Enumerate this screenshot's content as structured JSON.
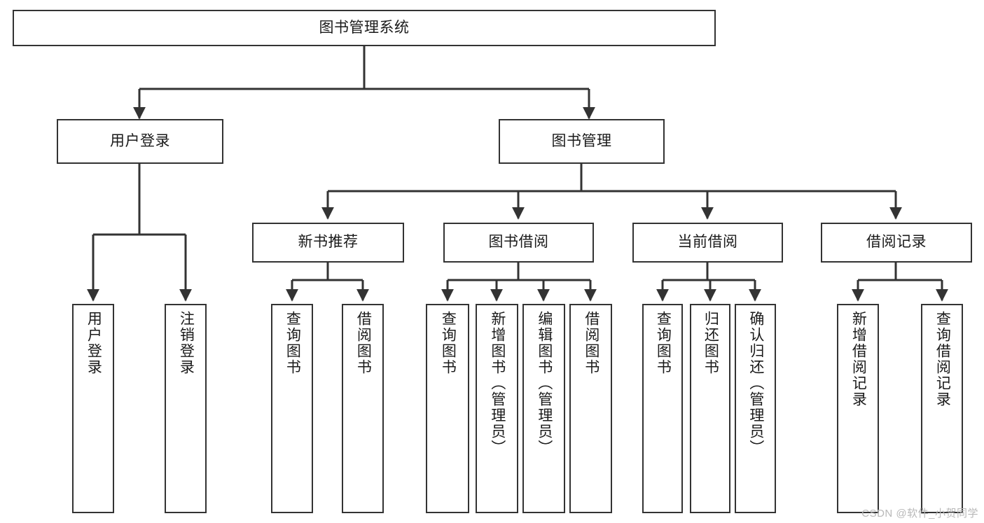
{
  "diagram": {
    "title": "图书管理系统",
    "type": "tree",
    "watermark": "CSDN @软件_小贺同学",
    "colors": {
      "box_border": "#333333",
      "box_fill": "#ffffff",
      "connector": "#333333",
      "text": "#1a1a1a",
      "watermark": "#b8b8b8",
      "background": "#ffffff"
    },
    "root": {
      "label": "图书管理系统"
    },
    "level2": [
      {
        "label": "用户登录"
      },
      {
        "label": "图书管理"
      }
    ],
    "level3": [
      {
        "label": "新书推荐"
      },
      {
        "label": "图书借阅"
      },
      {
        "label": "当前借阅"
      },
      {
        "label": "借阅记录"
      }
    ],
    "leaves": {
      "user_login": [
        {
          "label": "用户登录"
        },
        {
          "label": "注销登录"
        }
      ],
      "new_book_recommend": [
        {
          "label": "查询图书"
        },
        {
          "label": "借阅图书"
        }
      ],
      "book_borrow": [
        {
          "label": "查询图书"
        },
        {
          "label": "新增图书（管理员）"
        },
        {
          "label": "编辑图书（管理员）"
        },
        {
          "label": "借阅图书"
        }
      ],
      "current_borrow": [
        {
          "label": "查询图书"
        },
        {
          "label": "归还图书"
        },
        {
          "label": "确认归还（管理员）"
        }
      ],
      "borrow_record": [
        {
          "label": "新增借阅记录"
        },
        {
          "label": "查询借阅记录"
        }
      ]
    }
  }
}
